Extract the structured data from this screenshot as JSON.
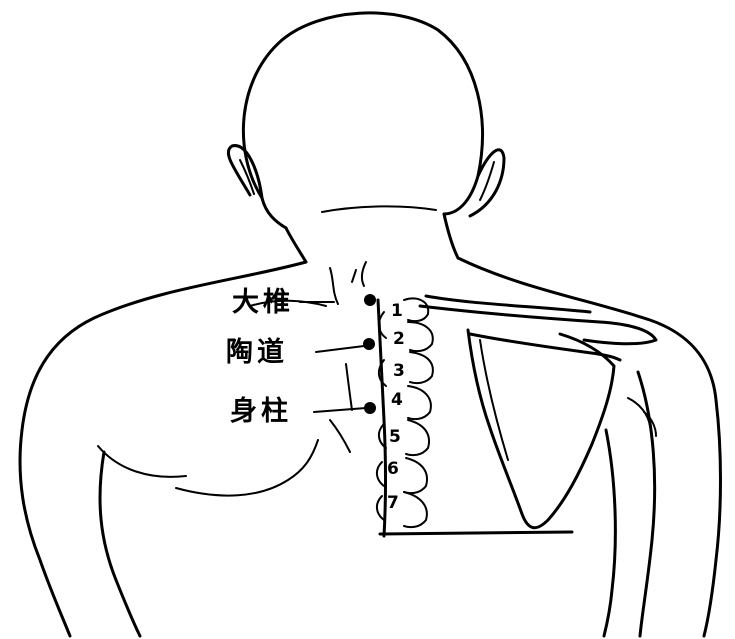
{
  "acupoints": [
    {
      "name": "大椎"
    },
    {
      "name": "陶道"
    },
    {
      "name": "身柱"
    }
  ],
  "vertebrae": [
    {
      "label": "1"
    },
    {
      "label": "2"
    },
    {
      "label": "3"
    },
    {
      "label": "4"
    },
    {
      "label": "5"
    },
    {
      "label": "6"
    },
    {
      "label": "7"
    }
  ]
}
